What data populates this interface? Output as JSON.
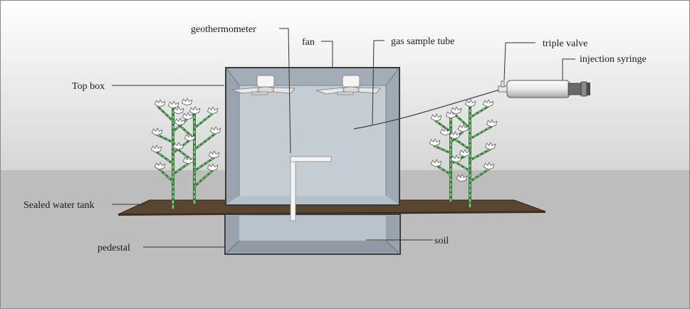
{
  "labels": {
    "geothermometer": "geothermometer",
    "fan": "fan",
    "gas_sample_tube": "gas sample tube",
    "triple_valve": "triple valve",
    "injection_syringe": "injection syringe",
    "top_box": "Top box",
    "sealed_water_tank": "Sealed water tank",
    "pedestal": "pedestal",
    "soil": "soil"
  },
  "colors": {
    "sky": "#dcdcdc",
    "ground": "#bcbcbc",
    "soil_layer": "#5a4630",
    "box_fill": "#b4bec8",
    "box_frame": "#3c3c3c",
    "plant_stem": "#2f7d3a",
    "plant_stem_light": "#c9d8a0",
    "flower": "#ffffff"
  },
  "icons": [
    "fan-icon",
    "plant-icon",
    "syringe-icon",
    "thermometer-icon"
  ]
}
